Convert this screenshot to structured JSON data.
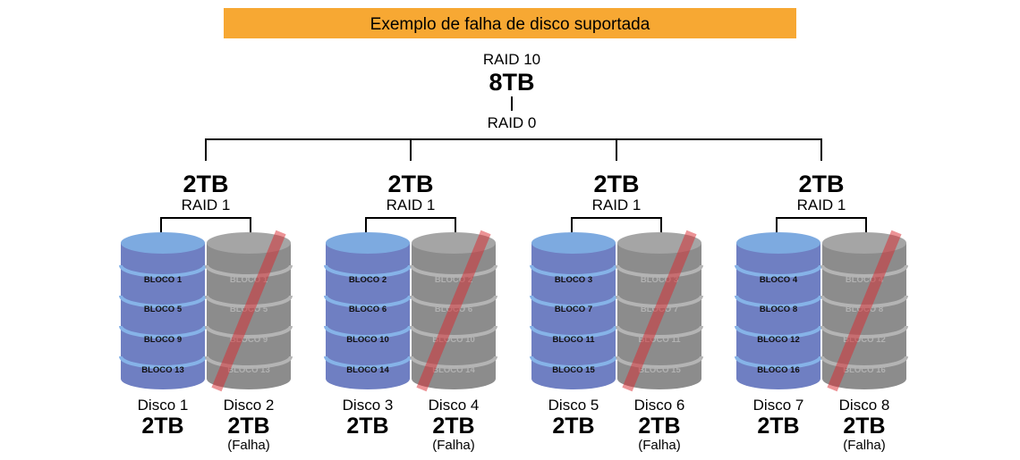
{
  "banner": {
    "title": "Exemplo de falha de disco suportada",
    "color": "#F7A833"
  },
  "top": {
    "level": "RAID 10",
    "capacity": "8TB",
    "stripe": "RAID 0"
  },
  "colors": {
    "healthy_top": "#7DAAE0",
    "healthy_body": "#6F7FC2",
    "healthy_ring": "#86B3E8",
    "failed_top": "#A5A5A5",
    "failed_body": "#8C8C8C",
    "failed_ring": "#B4B4B4",
    "failed_text": "#B2B2B2",
    "healthy_text": "#111111",
    "fail_slash": "#D9282D",
    "line": "#000000"
  },
  "groups": [
    {
      "capacity": "2TB",
      "level": "RAID 1",
      "disks": [
        {
          "name": "Disco 1",
          "capacity": "2TB",
          "status": "",
          "failed": false,
          "blocks": [
            "BLOCO 1",
            "BLOCO 5",
            "BLOCO 9",
            "BLOCO 13"
          ]
        },
        {
          "name": "Disco 2",
          "capacity": "2TB",
          "status": "(Falha)",
          "failed": true,
          "blocks": [
            "BLOCO 1",
            "BLOCO 5",
            "BLOCO 9",
            "BLOCO 13"
          ]
        }
      ]
    },
    {
      "capacity": "2TB",
      "level": "RAID 1",
      "disks": [
        {
          "name": "Disco 3",
          "capacity": "2TB",
          "status": "",
          "failed": false,
          "blocks": [
            "BLOCO 2",
            "BLOCO 6",
            "BLOCO 10",
            "BLOCO 14"
          ]
        },
        {
          "name": "Disco 4",
          "capacity": "2TB",
          "status": "(Falha)",
          "failed": true,
          "blocks": [
            "BLOCO 2",
            "BLOCO 6",
            "BLOCO 10",
            "BLOCO 14"
          ]
        }
      ]
    },
    {
      "capacity": "2TB",
      "level": "RAID 1",
      "disks": [
        {
          "name": "Disco 5",
          "capacity": "2TB",
          "status": "",
          "failed": false,
          "blocks": [
            "BLOCO 3",
            "BLOCO 7",
            "BLOCO 11",
            "BLOCO 15"
          ]
        },
        {
          "name": "Disco 6",
          "capacity": "2TB",
          "status": "(Falha)",
          "failed": true,
          "blocks": [
            "BLOCO 3",
            "BLOCO 7",
            "BLOCO 11",
            "BLOCO 15"
          ]
        }
      ]
    },
    {
      "capacity": "2TB",
      "level": "RAID 1",
      "disks": [
        {
          "name": "Disco 7",
          "capacity": "2TB",
          "status": "",
          "failed": false,
          "blocks": [
            "BLOCO 4",
            "BLOCO 8",
            "BLOCO 12",
            "BLOCO 16"
          ]
        },
        {
          "name": "Disco 8",
          "capacity": "2TB",
          "status": "(Falha)",
          "failed": true,
          "blocks": [
            "BLOCO 4",
            "BLOCO 8",
            "BLOCO 12",
            "BLOCO 16"
          ]
        }
      ]
    }
  ]
}
